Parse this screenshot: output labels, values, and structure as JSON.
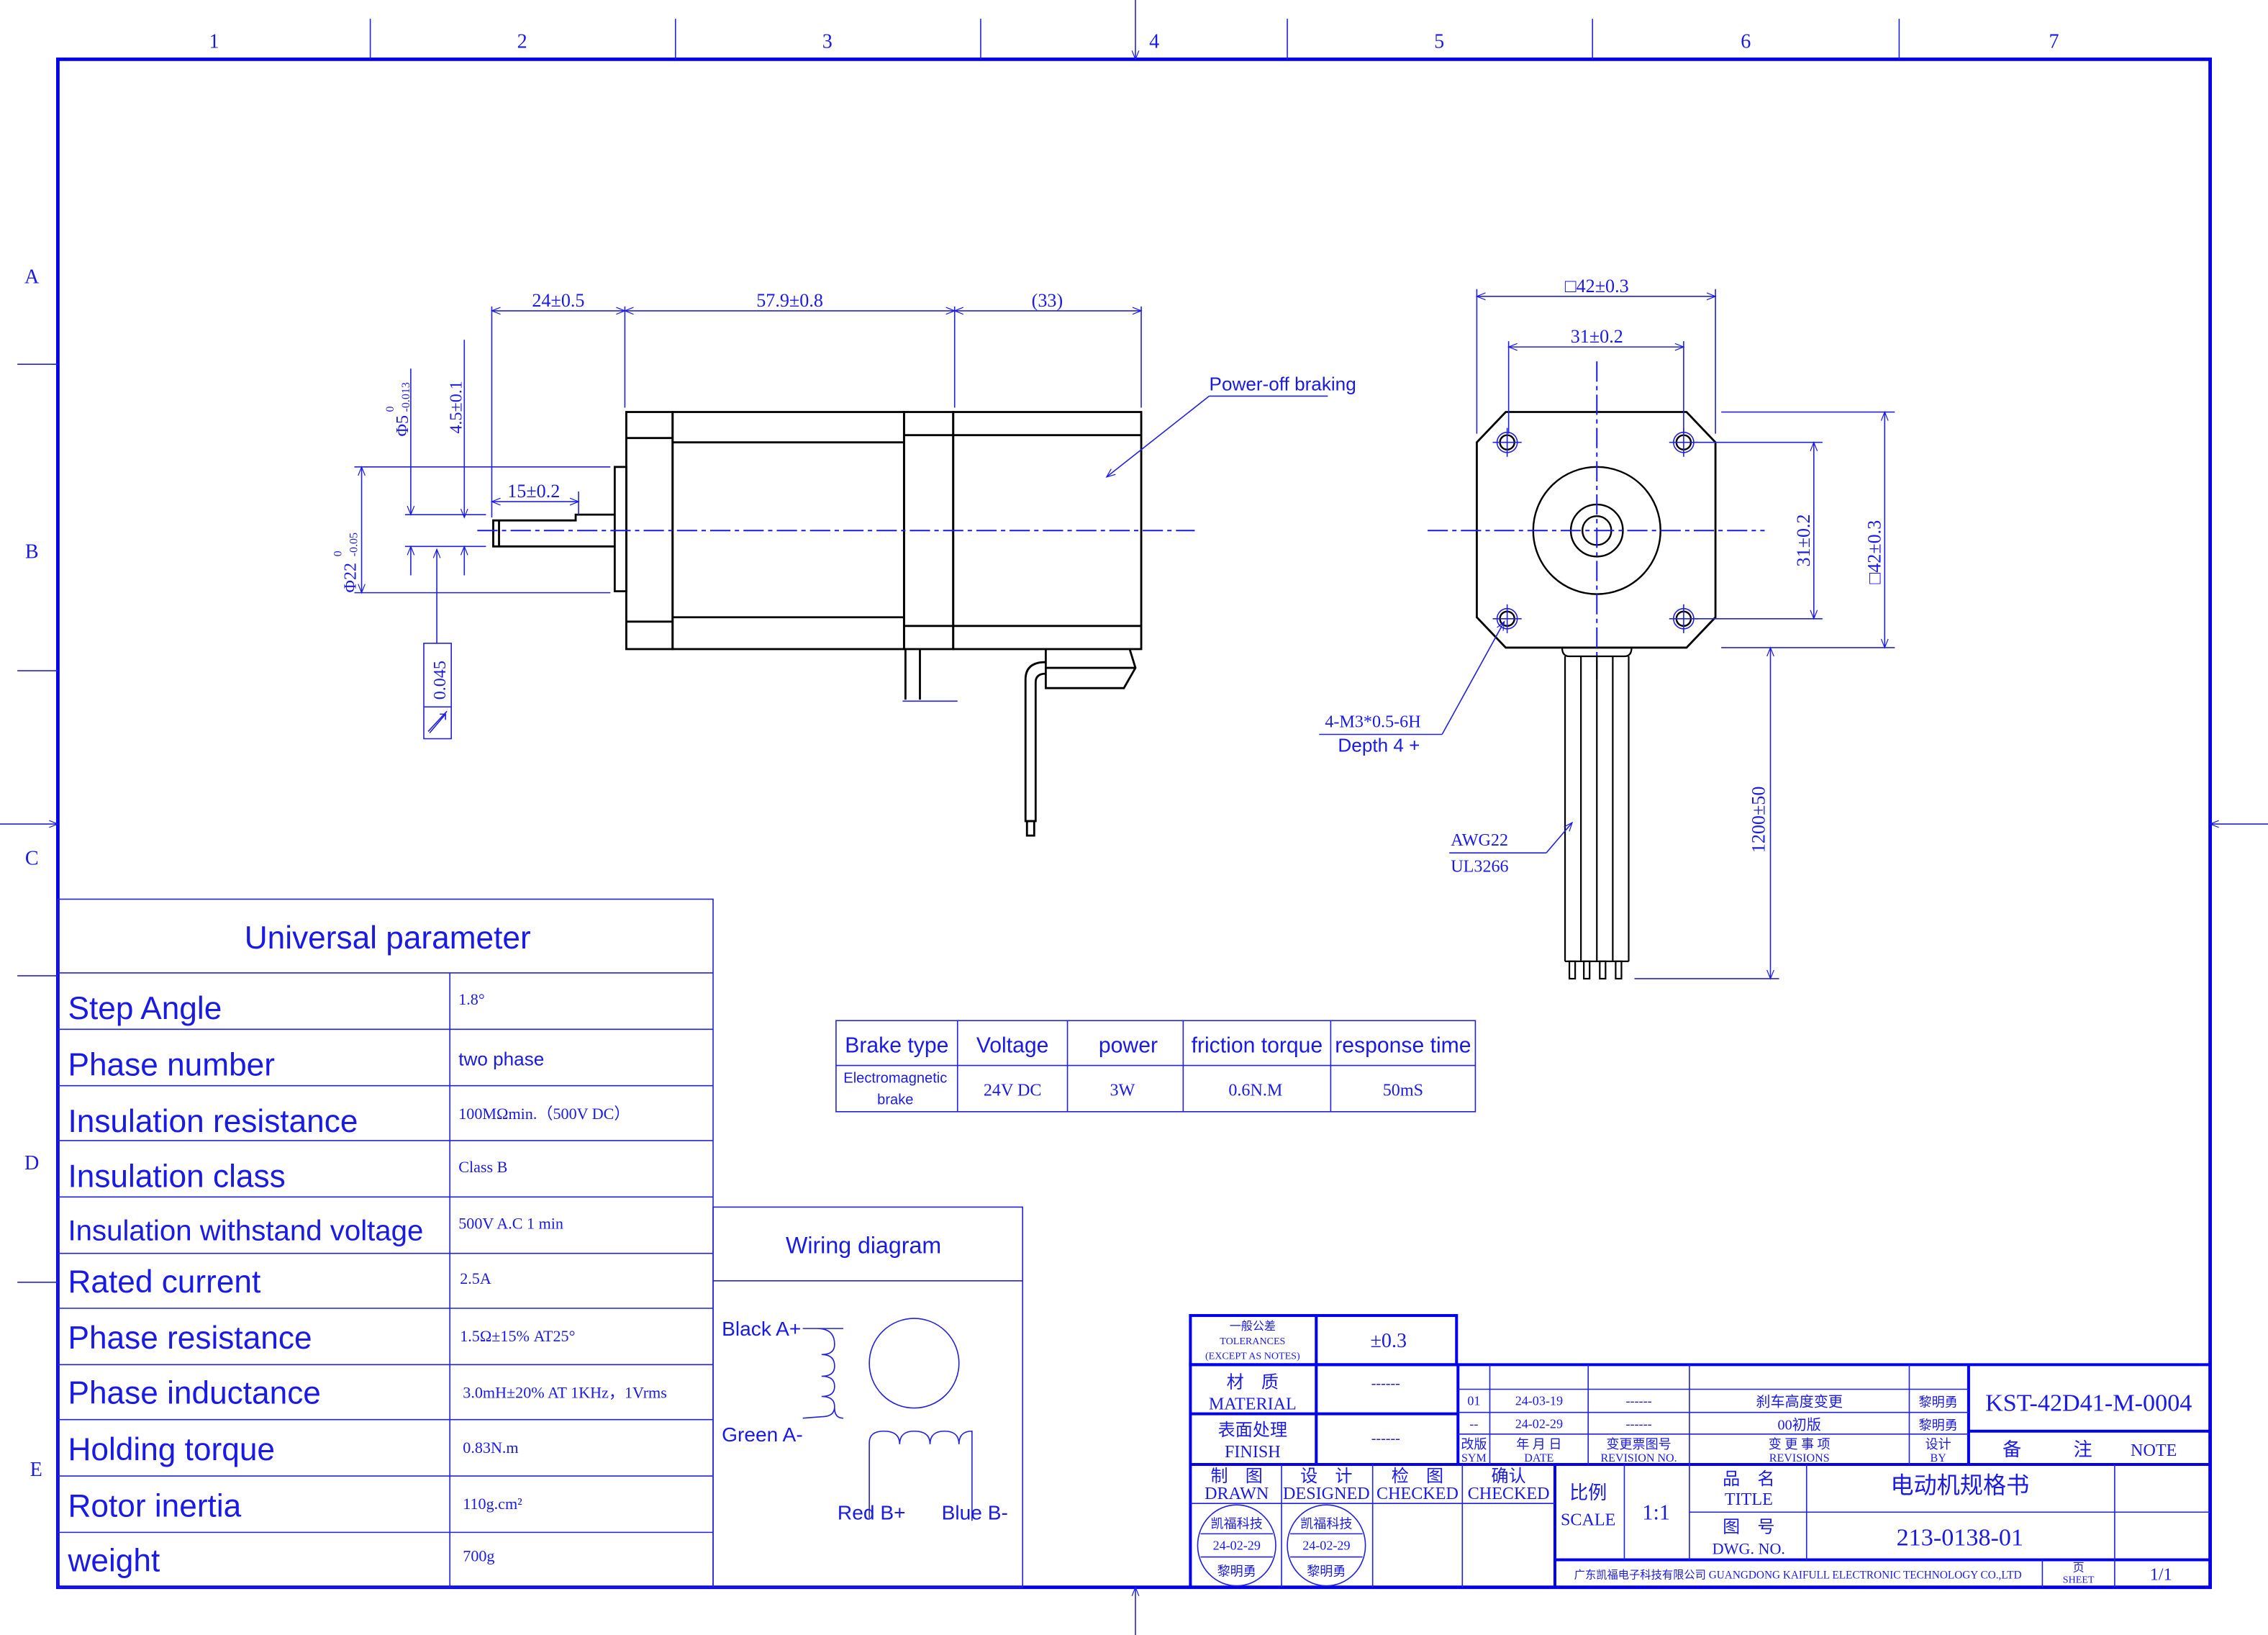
{
  "colors": {
    "line": "#1a1ae6",
    "frame": "#0000ee",
    "outline": "#000000",
    "background": "#ffffff"
  },
  "zone_columns": [
    "1",
    "2",
    "3",
    "4",
    "5",
    "6",
    "7"
  ],
  "zone_rows": [
    "A",
    "B",
    "C",
    "D",
    "E"
  ],
  "side_view": {
    "dims": {
      "shaft_length": "24±0.5",
      "body_length": "57.9±0.8",
      "brake_length": "(33)",
      "flat_length": "15±0.2",
      "shaft_dia": "Φ5",
      "shaft_dia_upper": "0",
      "shaft_dia_lower": "-0.013",
      "flat_depth": "4.5±0.1",
      "boss_dia": "Φ22",
      "boss_dia_upper": "0",
      "boss_dia_lower": "-0.05",
      "runout_value": "0.045"
    },
    "callout": "Power-off braking"
  },
  "front_view": {
    "dims": {
      "flange_width": "□42±0.3",
      "hole_spacing_h": "31±0.2",
      "hole_spacing_v": "31±0.2",
      "flange_height": "□42±0.3",
      "lead_length": "1200±50"
    },
    "hole_note_line1": "4-M3*0.5-6H",
    "hole_note_line2": "Depth 4 +",
    "wire_note_line1": "AWG22",
    "wire_note_line2": "UL3266"
  },
  "parameters": {
    "title": "Universal parameter",
    "rows": [
      {
        "label": "Step Angle",
        "value": "1.8°"
      },
      {
        "label": "Phase number",
        "value": "two phase"
      },
      {
        "label": "Insulation resistance",
        "value": "100MΩmin.（500V DC）"
      },
      {
        "label": "Insulation class",
        "value": "Class B"
      },
      {
        "label": "Insulation withstand voltage",
        "value": "500V A.C  1 min"
      },
      {
        "label": "Rated current",
        "value": "2.5A"
      },
      {
        "label": "Phase resistance",
        "value": "1.5Ω±15%  AT25°"
      },
      {
        "label": "Phase inductance",
        "value": "3.0mH±20%  AT 1KHz，1Vrms"
      },
      {
        "label": "Holding torque",
        "value": "0.83N.m"
      },
      {
        "label": "Rotor inertia",
        "value": "110g.cm²"
      },
      {
        "label": "weight",
        "value": "700g"
      }
    ]
  },
  "brake_table": {
    "headers": [
      "Brake type",
      "Voltage",
      "power",
      "friction torque",
      "response time"
    ],
    "row": {
      "type_line1": "Electromagnetic",
      "type_line2": "brake",
      "voltage": "24V DC",
      "power": "3W",
      "friction_torque": "0.6N.M",
      "response_time": "50mS"
    }
  },
  "wiring": {
    "title": "Wiring diagram",
    "a_plus": "Black A+",
    "a_minus": "Green A-",
    "b_plus": "Red B+",
    "b_minus": "Blue B-"
  },
  "title_block": {
    "tolerance_cn": "一般公差",
    "tolerance_en": "TOLERANCES",
    "tolerance_note": "(EXCEPT AS NOTES)",
    "tolerance_value": "±0.3",
    "material_cn": "材　质",
    "material_en": "MATERIAL",
    "material_value": "------",
    "finish_cn": "表面处理",
    "finish_en": "FINISH",
    "finish_value": "------",
    "revisions": [
      {
        "sym": "01",
        "date": "24-03-19",
        "rev_no": "------",
        "desc": "刹车高度变更",
        "by": "黎明勇"
      },
      {
        "sym": "--",
        "date": "24-02-29",
        "rev_no": "------",
        "desc": "00初版",
        "by": "黎明勇"
      }
    ],
    "rev_headers": {
      "sym_cn": "改版",
      "sym_en": "SYM",
      "date_cn": "年 月 日",
      "date_en": "DATE",
      "revno_cn": "变更票图号",
      "revno_en": "REVISION NO.",
      "desc_cn": "变 更 事 项",
      "desc_en": "REVISIONS",
      "by_cn": "设计",
      "by_en": "BY"
    },
    "part_number": "KST-42D41-M-0004",
    "note_cn1": "备",
    "note_cn2": "注",
    "note_en": "NOTE",
    "drawn_cn": "制　图",
    "drawn_en": "DRAWN",
    "designed_cn": "设　计",
    "designed_en": "DESIGNED",
    "checked_cn": "检　图",
    "checked_en": "CHECKED",
    "confirm_cn": "确认",
    "confirm_en": "CHECKED",
    "stamp_company": "凯福科技",
    "stamp_date": "24-02-29",
    "stamp_name": "黎明勇",
    "scale_cn": "比例",
    "scale_en": "SCALE",
    "scale_value": "1:1",
    "title_cn": "品　名",
    "title_en": "TITLE",
    "title_value": "电动机规格书",
    "dwg_cn": "图　号",
    "dwg_en": "DWG. NO.",
    "dwg_value": "213-0138-01",
    "company": "广东凯福电子科技有限公司 GUANGDONG KAIFULL ELECTRONIC TECHNOLOGY CO.,LTD",
    "sheet_cn": "页",
    "sheet_en": "SHEET",
    "sheet_value": "1/1"
  }
}
